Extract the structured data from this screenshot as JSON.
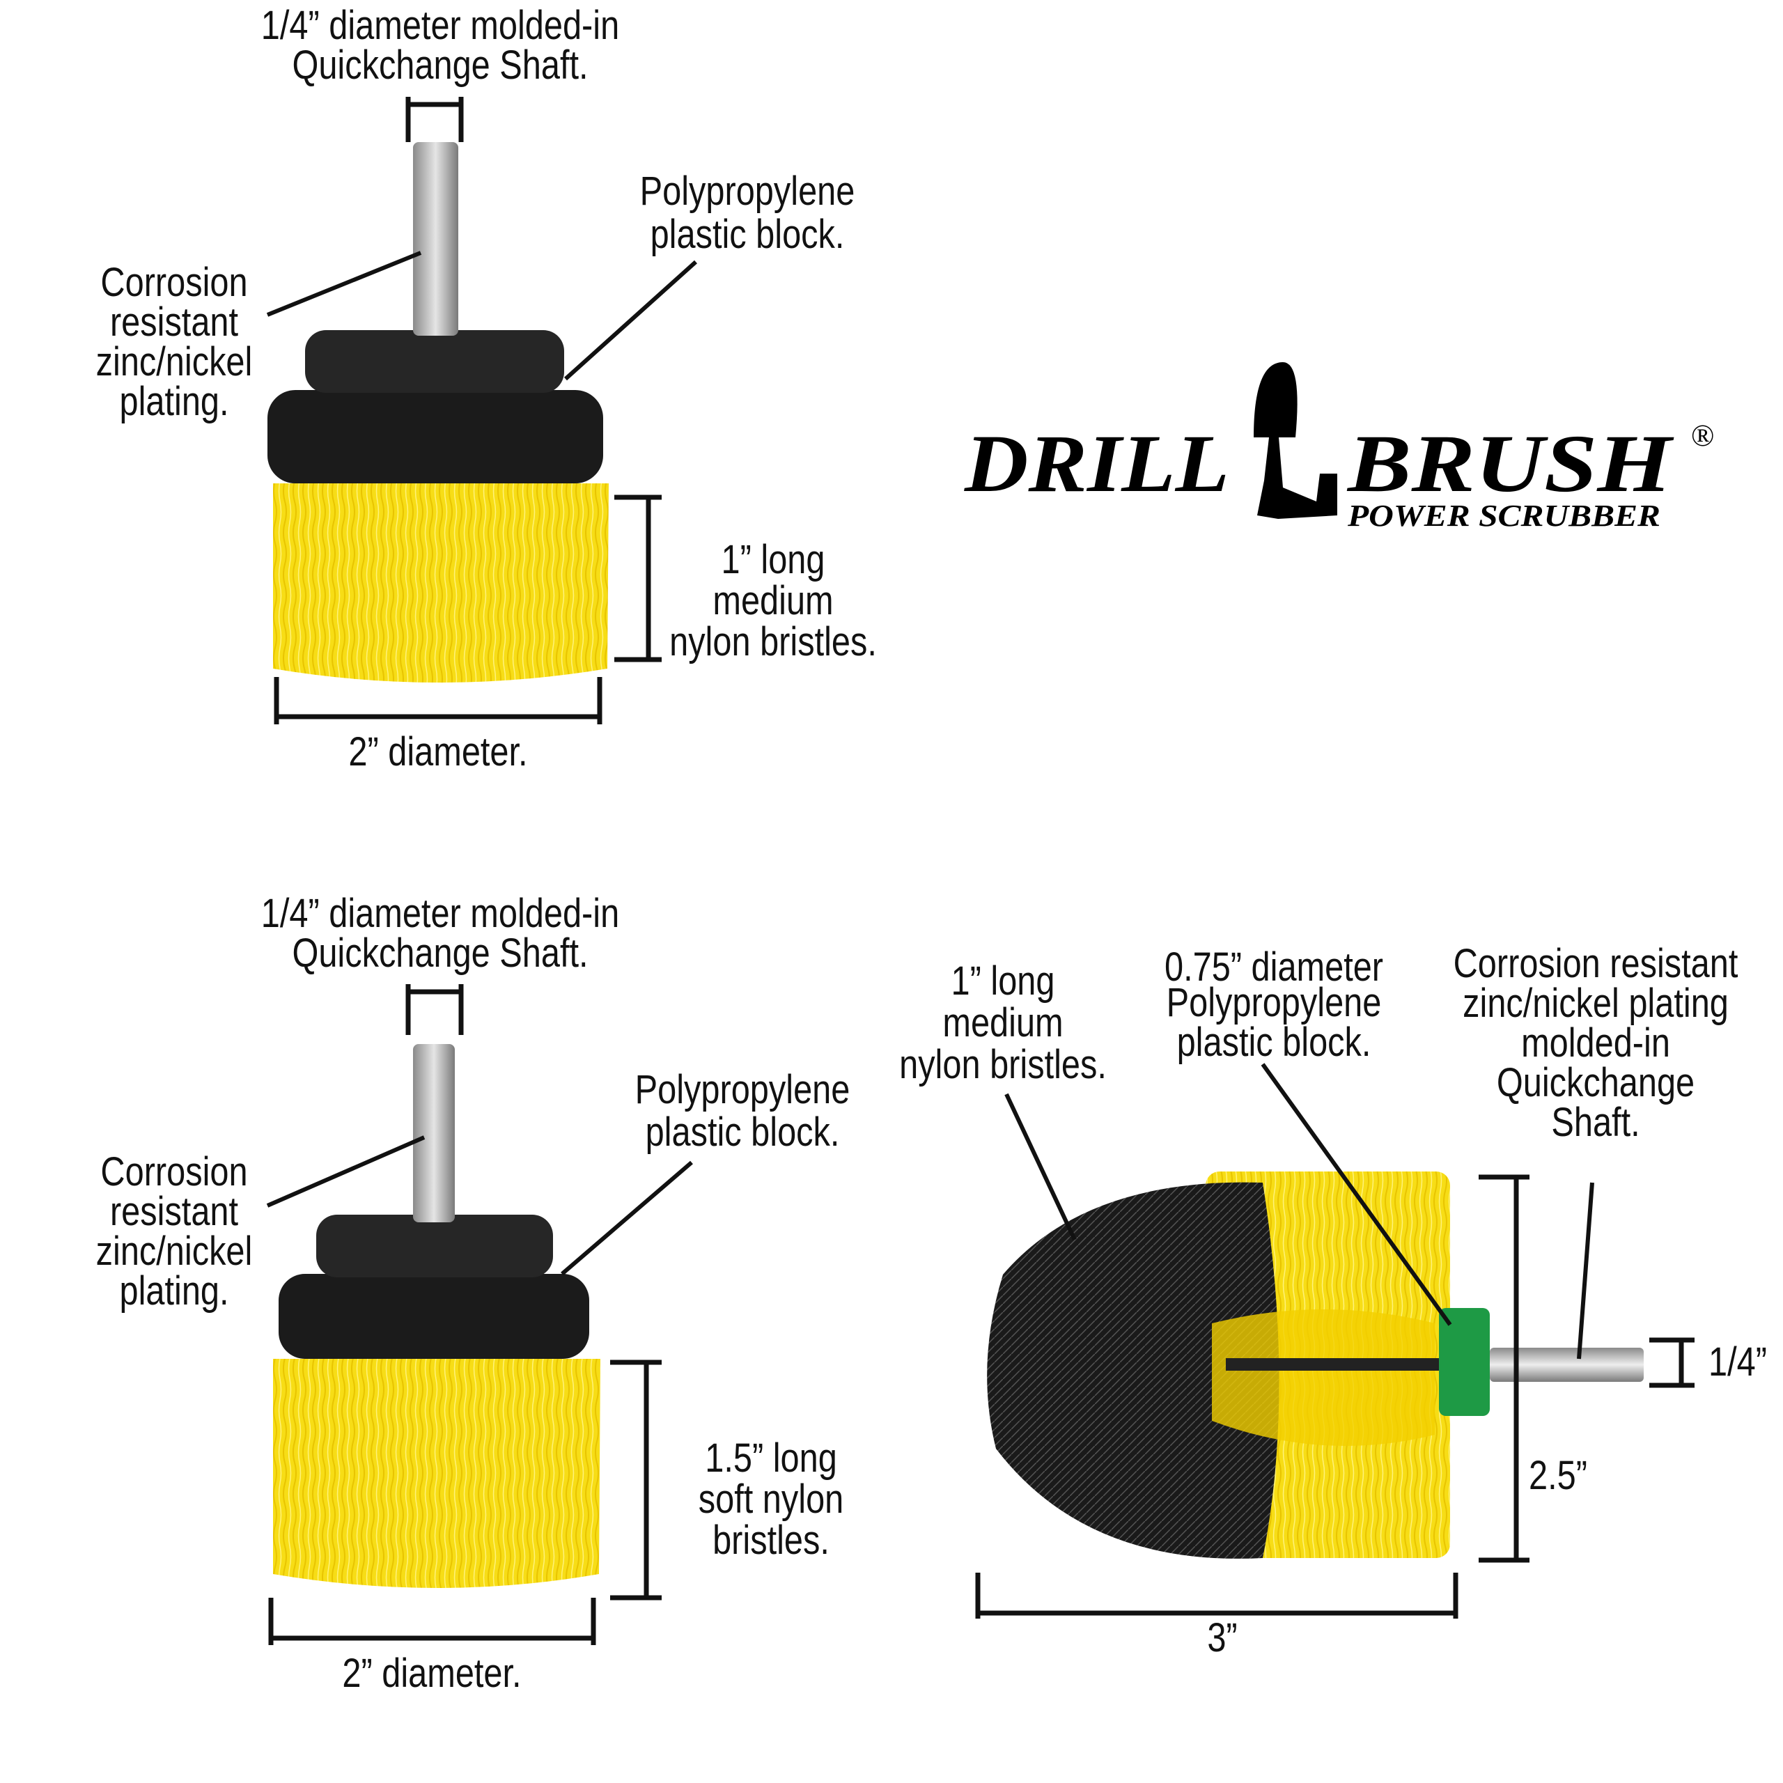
{
  "brand": {
    "logo_text_left": "DRILL",
    "logo_text_right": "BRUSH",
    "tagline": "POWER SCRUBBER",
    "registered_mark": "®"
  },
  "colors": {
    "bristle_yellow": "#f7dd16",
    "block_black": "#1b1b1b",
    "collar_green": "#1e9a45",
    "shaft_steel": "#b9b9b9"
  },
  "brush_top_left": {
    "shaft_label": [
      "1/4” diameter molded-in",
      "Quickchange Shaft."
    ],
    "block_label": [
      "Polypropylene",
      "plastic block."
    ],
    "plating_label": [
      "Corrosion",
      "resistant",
      "zinc/nickel",
      "plating."
    ],
    "bristle_label": [
      "1” long",
      "medium",
      "nylon bristles."
    ],
    "diameter_label": "2” diameter."
  },
  "brush_bottom_left": {
    "shaft_label": [
      "1/4” diameter molded-in",
      "Quickchange Shaft."
    ],
    "block_label": [
      "Polypropylene",
      "plastic block."
    ],
    "plating_label": [
      "Corrosion",
      "resistant",
      "zinc/nickel",
      "plating."
    ],
    "bristle_label": [
      "1.5” long",
      "soft nylon",
      "bristles."
    ],
    "diameter_label": "2” diameter."
  },
  "brush_bottom_right": {
    "bristle_label": [
      "1” long",
      "medium",
      "nylon bristles."
    ],
    "block_label": [
      "0.75” diameter",
      "Polypropylene",
      "plastic block."
    ],
    "shaft_label": [
      "Corrosion resistant",
      "zinc/nickel plating",
      "molded-in",
      "Quickchange",
      "Shaft."
    ],
    "height_label": "2.5”",
    "shaft_diameter_label": "1/4”",
    "length_label": "3”"
  }
}
